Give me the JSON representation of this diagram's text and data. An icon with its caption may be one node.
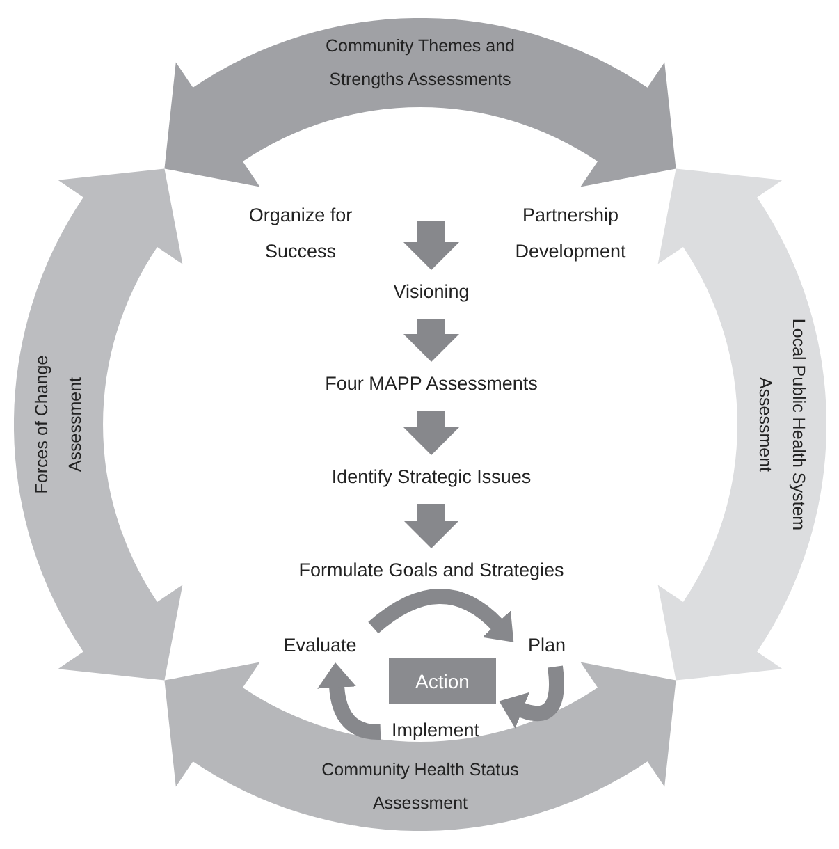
{
  "diagram": {
    "nodes": [
      {
        "text": [
          "Community Themes and Strengths Assessments"
        ]
      },
      {
        "text": [
          "Forces of Change Assessment"
        ]
      },
      {
        "text": [
          "Local Public Health System Assessment"
        ]
      },
      {
        "text": [
          "Community Health Status Assessment"
        ]
      },
      {
        "text": [
          "Organize for Success"
        ]
      },
      {
        "text": [
          "Partnership Development"
        ]
      },
      {
        "text": [
          "Visioning"
        ]
      },
      {
        "text": [
          "Four MAPP Assessments"
        ]
      },
      {
        "text": [
          "Identify Strategic Issues"
        ]
      },
      {
        "text": [
          "Formulate Goals and Strategies"
        ]
      },
      {
        "text": [
          "Evaluate"
        ]
      },
      {
        "text": [
          "Plan"
        ]
      },
      {
        "text": [
          "Action"
        ]
      },
      {
        "text": [
          "Implement"
        ]
      }
    ],
    "edges": [
      {
        "from": null,
        "to": 6,
        "arrow": "to"
      },
      {
        "from": 6,
        "to": 7,
        "arrow": "to"
      },
      {
        "from": 7,
        "to": 8,
        "arrow": "to"
      },
      {
        "from": 8,
        "to": 9,
        "arrow": "to"
      },
      {
        "from": 10,
        "to": 11,
        "arrow": "to"
      },
      {
        "from": 11,
        "to": 13,
        "arrow": "to"
      },
      {
        "from": 13,
        "to": 10,
        "arrow": "to"
      }
    ]
  }
}
